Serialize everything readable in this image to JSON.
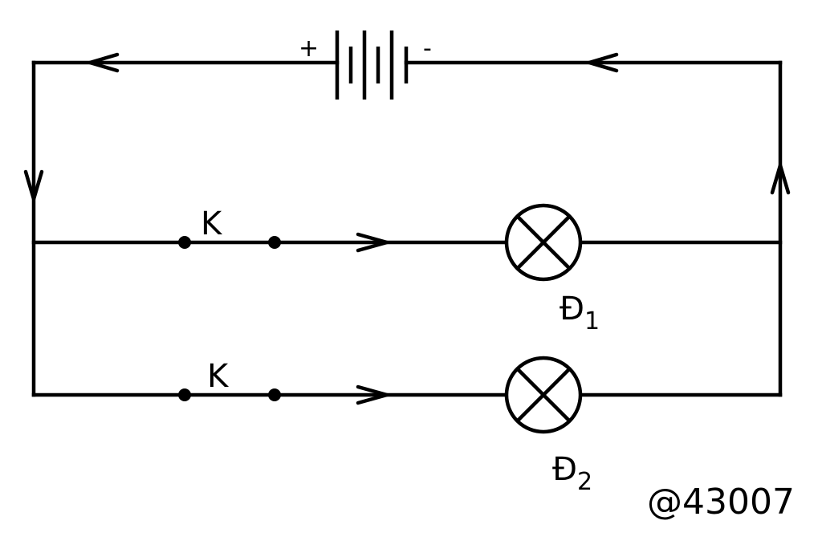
{
  "battery": {
    "plus_label": "+",
    "minus_label": "-"
  },
  "branch_top": {
    "switch_label": "K",
    "lamp_letter": "Đ",
    "lamp_index": "1"
  },
  "branch_bottom": {
    "switch_label": "K",
    "lamp_letter": "Đ",
    "lamp_index": "2"
  },
  "watermark": "@43007",
  "colors": {
    "wire": "#000000",
    "background": "#ffffff"
  }
}
